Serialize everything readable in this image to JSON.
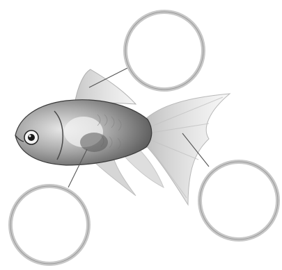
{
  "figure": {
    "subject_icon": "goldfish-illustration",
    "callouts": [
      {
        "id": "dorsal-fin",
        "text": ""
      },
      {
        "id": "gill-cover",
        "text": ""
      },
      {
        "id": "tail-fin",
        "text": ""
      }
    ],
    "colors": {
      "background": "#ffffff",
      "fish_body": "#9a9a9a",
      "fish_dark": "#3a3a3a",
      "fin": "#d0d0d0",
      "callout_stroke": "#bdbdbd",
      "leader_line": "#555555"
    }
  }
}
